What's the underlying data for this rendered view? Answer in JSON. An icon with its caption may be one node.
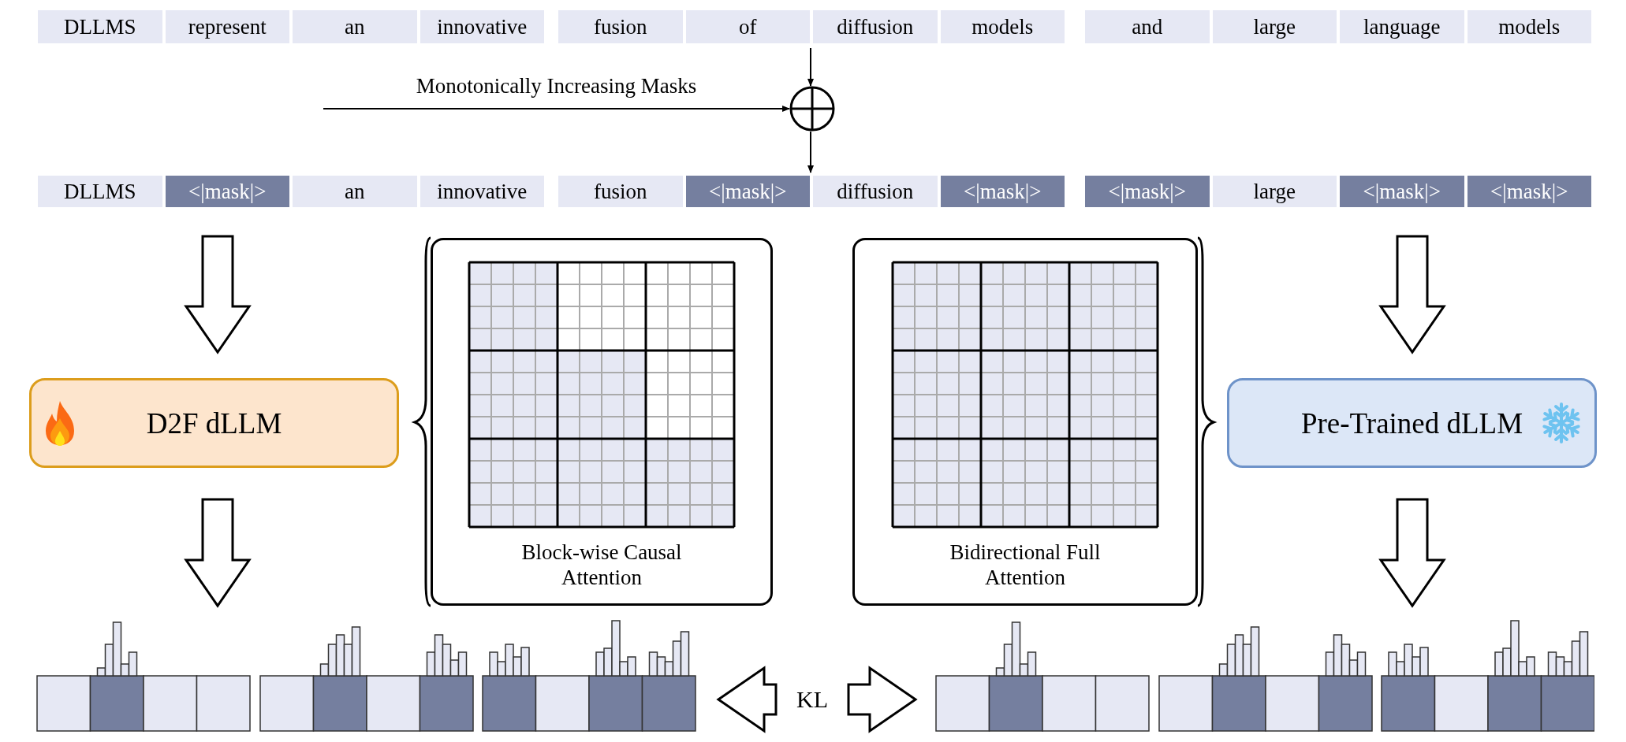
{
  "diagram": {
    "nodes": [
      {
        "text": [
          "DLLMS"
        ]
      },
      {
        "text": [
          "represent"
        ]
      },
      {
        "text": [
          "an"
        ]
      },
      {
        "text": [
          "innovative"
        ]
      },
      {
        "text": [
          "fusion"
        ]
      },
      {
        "text": [
          "of"
        ]
      },
      {
        "text": [
          "diffusion"
        ]
      },
      {
        "text": [
          "models"
        ]
      },
      {
        "text": [
          "and"
        ]
      },
      {
        "text": [
          "large"
        ]
      },
      {
        "text": [
          "language"
        ]
      },
      {
        "text": [
          "models"
        ]
      },
      {
        "text": [],
        "shape": "circle"
      },
      {
        "text": [
          "DLLMS"
        ]
      },
      {
        "text": [
          "<|mask|>"
        ]
      },
      {
        "text": [
          "an"
        ]
      },
      {
        "text": [
          "innovative"
        ]
      },
      {
        "text": [
          "fusion"
        ]
      },
      {
        "text": [
          "<|mask|>"
        ]
      },
      {
        "text": [
          "diffusion"
        ]
      },
      {
        "text": [
          "<|mask|>"
        ]
      },
      {
        "text": [
          "<|mask|>"
        ]
      },
      {
        "text": [
          "large"
        ]
      },
      {
        "text": [
          "<|mask|>"
        ]
      },
      {
        "text": [
          "<|mask|>"
        ]
      },
      {
        "text": [
          "D2F dLLM"
        ]
      },
      {
        "text": [
          "Block-wise Causal Attention"
        ]
      },
      {
        "text": [
          "Bidirectional Full Attention"
        ]
      },
      {
        "text": [
          "Pre-Trained dLLM"
        ]
      },
      {
        "text": [],
        "shape": "picture"
      },
      {
        "text": [
          "KL"
        ]
      },
      {
        "text": [],
        "shape": "picture"
      }
    ],
    "edges": [
      {
        "from": null,
        "to": 12,
        "arrow": "to",
        "label": "Monotonically Increasing Masks"
      },
      {
        "from": 5,
        "to": 12,
        "arrow": "to"
      },
      {
        "from": 12,
        "to": 18,
        "arrow": "to"
      },
      {
        "from": null,
        "to": 25,
        "arrow": "to",
        "style": "thick"
      },
      {
        "from": null,
        "to": 28,
        "arrow": "to",
        "style": "thick"
      },
      {
        "from": 25,
        "to": 29,
        "arrow": "to",
        "style": "thick"
      },
      {
        "from": 28,
        "to": 31,
        "arrow": "to",
        "style": "thick"
      },
      {
        "from": 30,
        "to": 29,
        "arrow": "to",
        "style": "thick"
      },
      {
        "from": 30,
        "to": 31,
        "arrow": "to",
        "style": "thick"
      }
    ]
  }
}
